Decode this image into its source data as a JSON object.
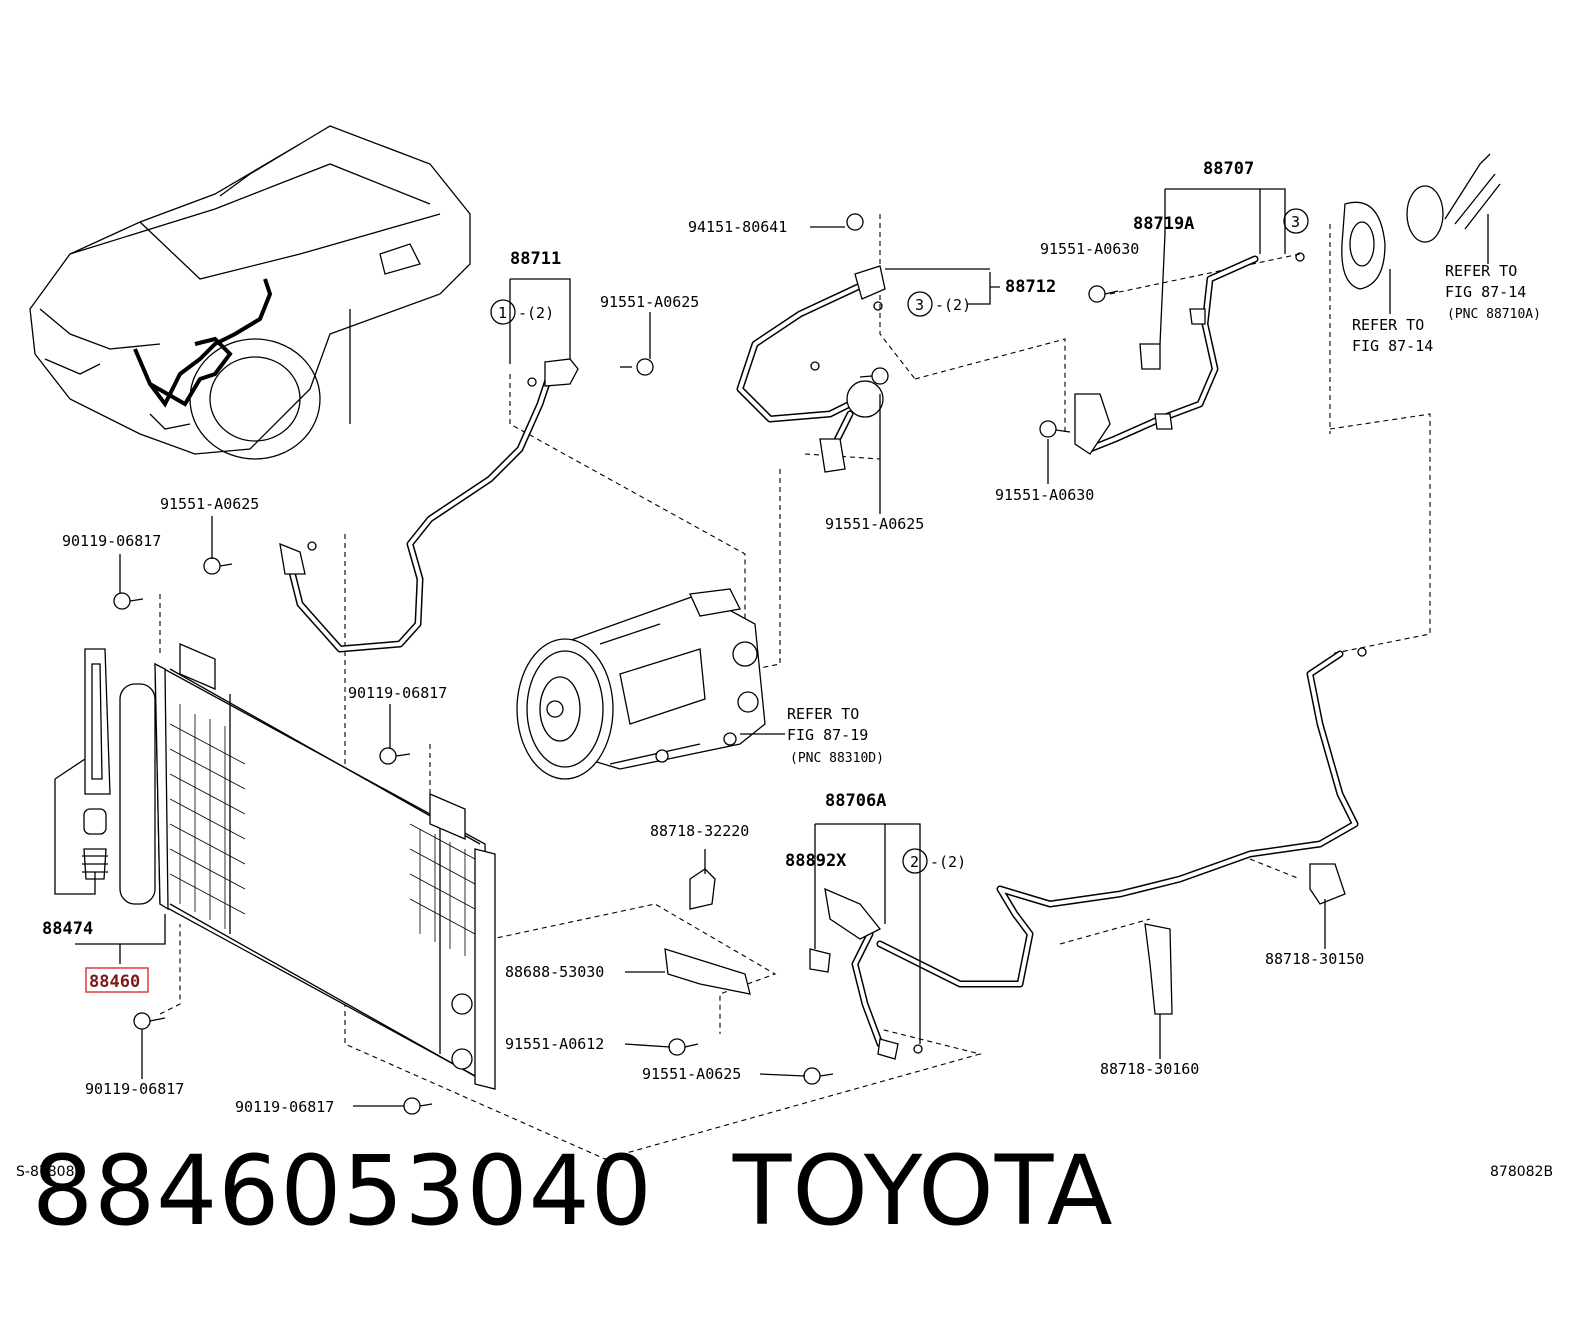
{
  "diagram": {
    "labels": {
      "p88707": "88707",
      "p88711": "88711",
      "p88712": "88712",
      "p88719A": "88719A",
      "p94151": "94151-80641",
      "p91551_a0630_top": "91551-A0630",
      "p91551_a0630_bot": "91551-A0630",
      "p91551_a0625_top": "91551-A0625",
      "p91551_a0625_mid": "91551-A0625",
      "p91551_a0625_left": "91551-A0625",
      "p91551_a0625_bot": "91551-A0625",
      "p91551_a0612": "91551-A0612",
      "p90119_a": "90119-06817",
      "p90119_b": "90119-06817",
      "p90119_c": "90119-06817",
      "p90119_d": "90119-06817",
      "p88474": "88474",
      "p88460": "88460",
      "p88706A": "88706A",
      "p88892X": "88892X",
      "p88718_32220": "88718-32220",
      "p88688": "88688-53030",
      "p88718_30150": "88718-30150",
      "p88718_30160": "88718-30160"
    },
    "callouts": {
      "c1_num": "1",
      "c1_qty": "-(2)",
      "c2_num": "2",
      "c2_qty": "-(2)",
      "c3a_num": "3",
      "c3b_num": "3",
      "c3b_qty": "-(2)"
    },
    "refer": {
      "r1_l1": "REFER TO",
      "r1_l2": "FIG 87-14",
      "r1_l3": "(PNC 88710A)",
      "r2_l1": "REFER TO",
      "r2_l2": "FIG 87-14",
      "r3_l1": "REFER TO",
      "r3_l2": "FIG 87-19",
      "r3_l3": "(PNC 88310D)"
    },
    "corner_left": "S-878082",
    "corner_right": "878082B"
  },
  "footer": {
    "part_number": "8846053040",
    "brand": "TOYOTA"
  },
  "colors": {
    "highlight": "#e23a3a",
    "ink": "#000000",
    "background": "#ffffff"
  }
}
